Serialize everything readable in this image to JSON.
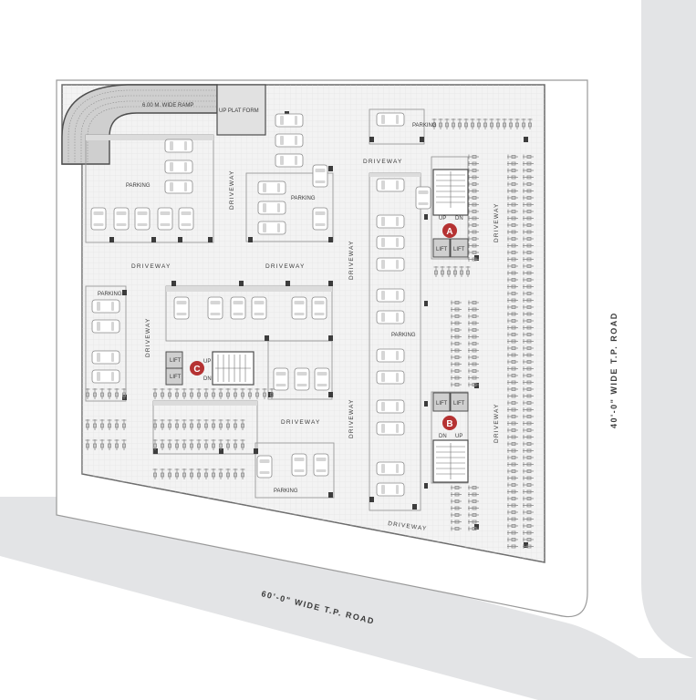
{
  "ramp": {
    "label": "6.00 M. WIDE RAMP",
    "platform_label": "UP  PLAT FORM"
  },
  "roads": {
    "right": "40'-0\" WIDE T.P. ROAD",
    "bottom": "60'-0\" WIDE T.P. ROAD"
  },
  "labels": {
    "parking": "PARKING",
    "driveway": "DRIVEWAY",
    "lift": "LIFT",
    "up": "UP",
    "dn": "DN"
  },
  "cores": [
    {
      "id": "A",
      "badge": "A"
    },
    {
      "id": "B",
      "badge": "B"
    },
    {
      "id": "C",
      "badge": "C"
    }
  ],
  "colors": {
    "road": "#e3e4e6",
    "slab": "#f4f4f4",
    "parking_bay": "#e9e9e9",
    "badge": "#b53232",
    "wall": "#5a5a5a"
  }
}
